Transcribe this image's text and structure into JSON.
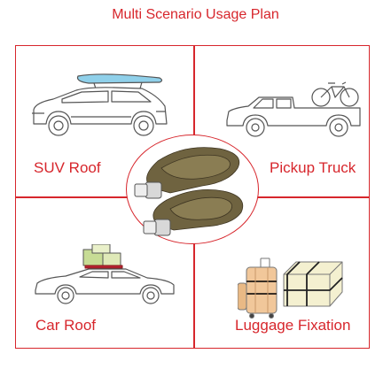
{
  "title": "Multi Scenario Usage Plan",
  "panels": {
    "top_left": {
      "label": "SUV Roof",
      "icon": "suv-with-kayak-icon"
    },
    "top_right": {
      "label": "Pickup Truck",
      "icon": "pickup-with-bicycle-icon"
    },
    "bottom_left": {
      "label": "Car Roof",
      "icon": "sedan-with-boxes-icon"
    },
    "bottom_right": {
      "label": "Luggage Fixation",
      "icon": "strapped-luggage-icon"
    }
  },
  "center": {
    "icon": "cam-buckle-straps-icon"
  },
  "colors": {
    "accent": "#d7262c",
    "highlight": "#f3c234",
    "strap": "#6f6340",
    "box": "#dfe9b8",
    "case": "#f1c79a"
  }
}
